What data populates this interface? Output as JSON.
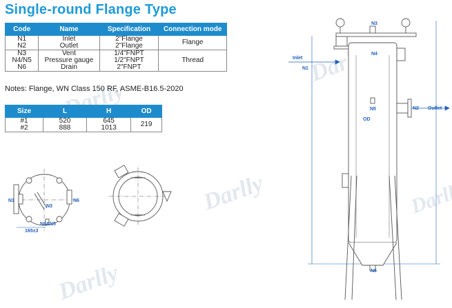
{
  "title": "Single-round Flange Type",
  "connections": {
    "headers": [
      "Code",
      "Name",
      "Specification",
      "Connection mode"
    ],
    "rows": [
      {
        "code": "N1",
        "name": "Inlet",
        "spec": "2\"Flange"
      },
      {
        "code": "N2",
        "name": "Outlet",
        "spec": "2\"Flange"
      },
      {
        "code": "N3",
        "name": "Vent",
        "spec": "1/4\"FNPT"
      },
      {
        "code": "N4/N5",
        "name": "Pressure gauge",
        "spec": "1/2\"FNPT"
      },
      {
        "code": "N6",
        "name": "Drain",
        "spec": "2\"FNPT"
      }
    ],
    "modes": [
      "Flange",
      "Thread"
    ]
  },
  "notes": "Notes: Flange, WN Class 150 RF, ASME-B16.5-2020",
  "sizes": {
    "headers": [
      "Size",
      "L",
      "H",
      "OD"
    ],
    "rows": [
      {
        "size": "#1",
        "L": "520",
        "H": "645"
      },
      {
        "size": "#2",
        "L": "888",
        "H": "1013"
      }
    ],
    "od": "219"
  },
  "labels": {
    "n1": "N1",
    "n2": "N2",
    "n3": "N3",
    "n4": "N4",
    "n5": "N5",
    "n6": "N6",
    "inlet": "Inlet",
    "outlet": "Outlet",
    "od": "OD",
    "n4n5": "N4&N5",
    "dim165": "165±3"
  },
  "watermark": "Darlly",
  "colors": {
    "accent": "#1e8ccc",
    "title": "#1e9bd7",
    "label": "#1f5fbf"
  }
}
